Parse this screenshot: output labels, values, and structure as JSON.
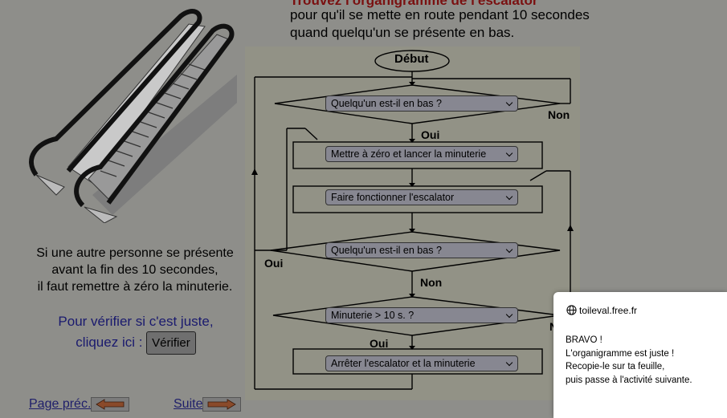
{
  "header": {
    "title": "Trouvez l'organigramme de l'escalator",
    "line1": "pour qu'il se mette en route pendant 10 secondes",
    "line2": "quand quelqu'un se présente en bas."
  },
  "rule": {
    "line1": "Si une autre personne se présente",
    "line2": "avant la fin des 10 secondes,",
    "line3": "il faut remettre à zéro la minuterie."
  },
  "verify": {
    "line1": "Pour vérifier si c'est juste,",
    "line2": "cliquez ici :",
    "button_label": "Vérifier"
  },
  "nav": {
    "prev_label": "Page préc.",
    "next_label": "Suite"
  },
  "flowchart": {
    "start": "Début",
    "selects": [
      "Quelqu'un est-il en bas ?",
      "Mettre à zéro et lancer la minuterie",
      "Faire fonctionner l'escalator",
      "Quelqu'un est-il en bas ?",
      "Minuterie > 10 s. ?",
      "Arrêter l'escalator et la minuterie"
    ],
    "labels": {
      "non1": "Non",
      "oui1": "Oui",
      "oui2": "Oui",
      "non2": "Non",
      "non3": "N",
      "oui3": "Oui"
    }
  },
  "popup": {
    "site": "toileval.free.fr",
    "line1": "BRAVO !",
    "line2": "L'organigramme est juste !",
    "line3": "Recopie-le sur ta feuille,",
    "line4": "puis passe à l'activité suivante."
  },
  "colors": {
    "page_background": "#8e8e8a",
    "title_red": "#7a1010",
    "link_blue": "#1e1e6a"
  }
}
